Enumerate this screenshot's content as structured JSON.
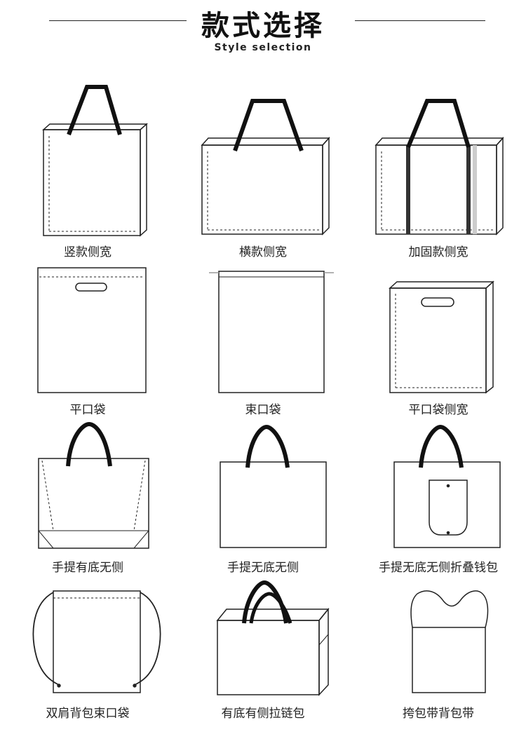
{
  "header": {
    "title": "款式选择",
    "subtitle": "Style selection"
  },
  "styles": [
    {
      "label": "竖款侧宽",
      "icon": "vertical-side-gusset-bag-icon"
    },
    {
      "label": "横款侧宽",
      "icon": "horizontal-side-gusset-bag-icon"
    },
    {
      "label": "加固款侧宽",
      "icon": "reinforced-side-gusset-bag-icon"
    },
    {
      "label": "平口袋",
      "icon": "flat-die-cut-bag-icon"
    },
    {
      "label": "束口袋",
      "icon": "drawstring-pouch-icon"
    },
    {
      "label": "平口袋侧宽",
      "icon": "die-cut-gusset-bag-icon"
    },
    {
      "label": "手提有底无侧",
      "icon": "handled-bottom-gusset-bag-icon"
    },
    {
      "label": "手提无底无侧",
      "icon": "handled-flat-bag-icon"
    },
    {
      "label": "手提无底无侧折叠钱包",
      "icon": "foldable-wallet-bag-icon"
    },
    {
      "label": "双肩背包束口袋",
      "icon": "drawstring-backpack-icon"
    },
    {
      "label": "有底有侧拉链包",
      "icon": "zipper-box-bag-icon"
    },
    {
      "label": "挎包带背包带",
      "icon": "vest-style-bag-icon"
    }
  ]
}
